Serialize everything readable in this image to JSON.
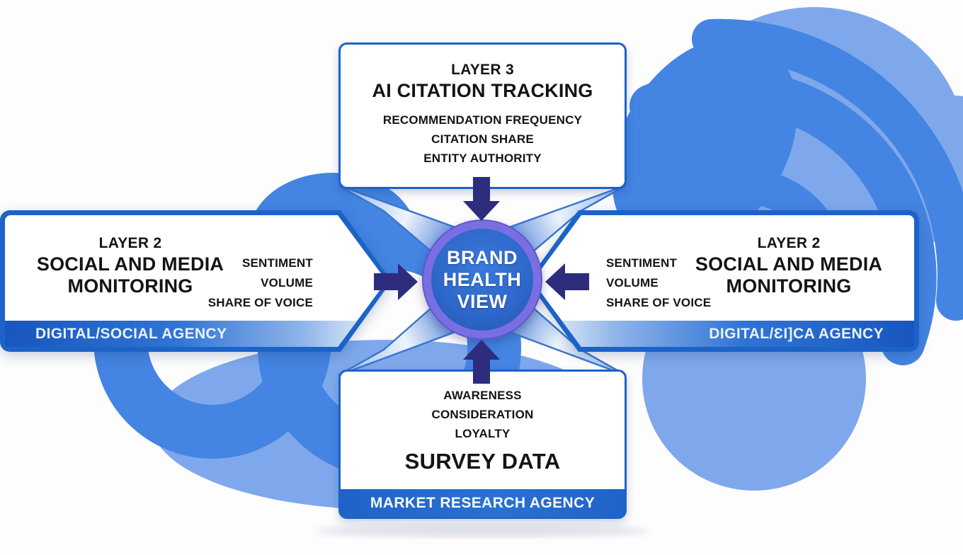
{
  "center": {
    "lines": [
      "BRAND",
      "HEALTH",
      "VIEW"
    ]
  },
  "top_box": {
    "layer": "LAYER 3",
    "title": "AI CITATION TRACKING",
    "items": [
      "RECOMMENDATION FREQUENCY",
      "CITATION SHARE",
      "ENTITY AUTHORITY"
    ]
  },
  "left_box": {
    "layer": "LAYER 2",
    "title_line1": "SOCIAL AND MEDIA",
    "title_line2": "MONITORING",
    "metrics": [
      "SENTIMENT",
      "VOLUME",
      "SHARE OF VOICE"
    ],
    "footer": "DIGITAL/SOCIAL AGENCY"
  },
  "right_box": {
    "layer": "LAYER 2",
    "title_line1": "SOCIAL AND MEDIA",
    "title_line2": "MONITORING",
    "metrics": [
      "SENTIMENT",
      "VOLUME",
      "SHARE OF VOICE"
    ],
    "footer": "DIGITAL/ƐI]CA AGENCY"
  },
  "bottom_box": {
    "items": [
      "AWARENESS",
      "CONSIDERATION",
      "LOYALTY"
    ],
    "title": "SURVEY DATA",
    "footer": "MARKET RESEARCH AGENCY"
  },
  "colors": {
    "medium_blue": "#4484e2",
    "light_blue": "#7fa8ec",
    "border_blue": "#1c63c8",
    "arrow_navy": "#2e2c7d",
    "ring_purple": "#7a6fe2",
    "circle_blue": "#2c66c8",
    "band_edge": "#3d76cd",
    "band_light": "#aac9f1",
    "band_mid": "#edf4fc",
    "band_deep": "#5586da"
  }
}
